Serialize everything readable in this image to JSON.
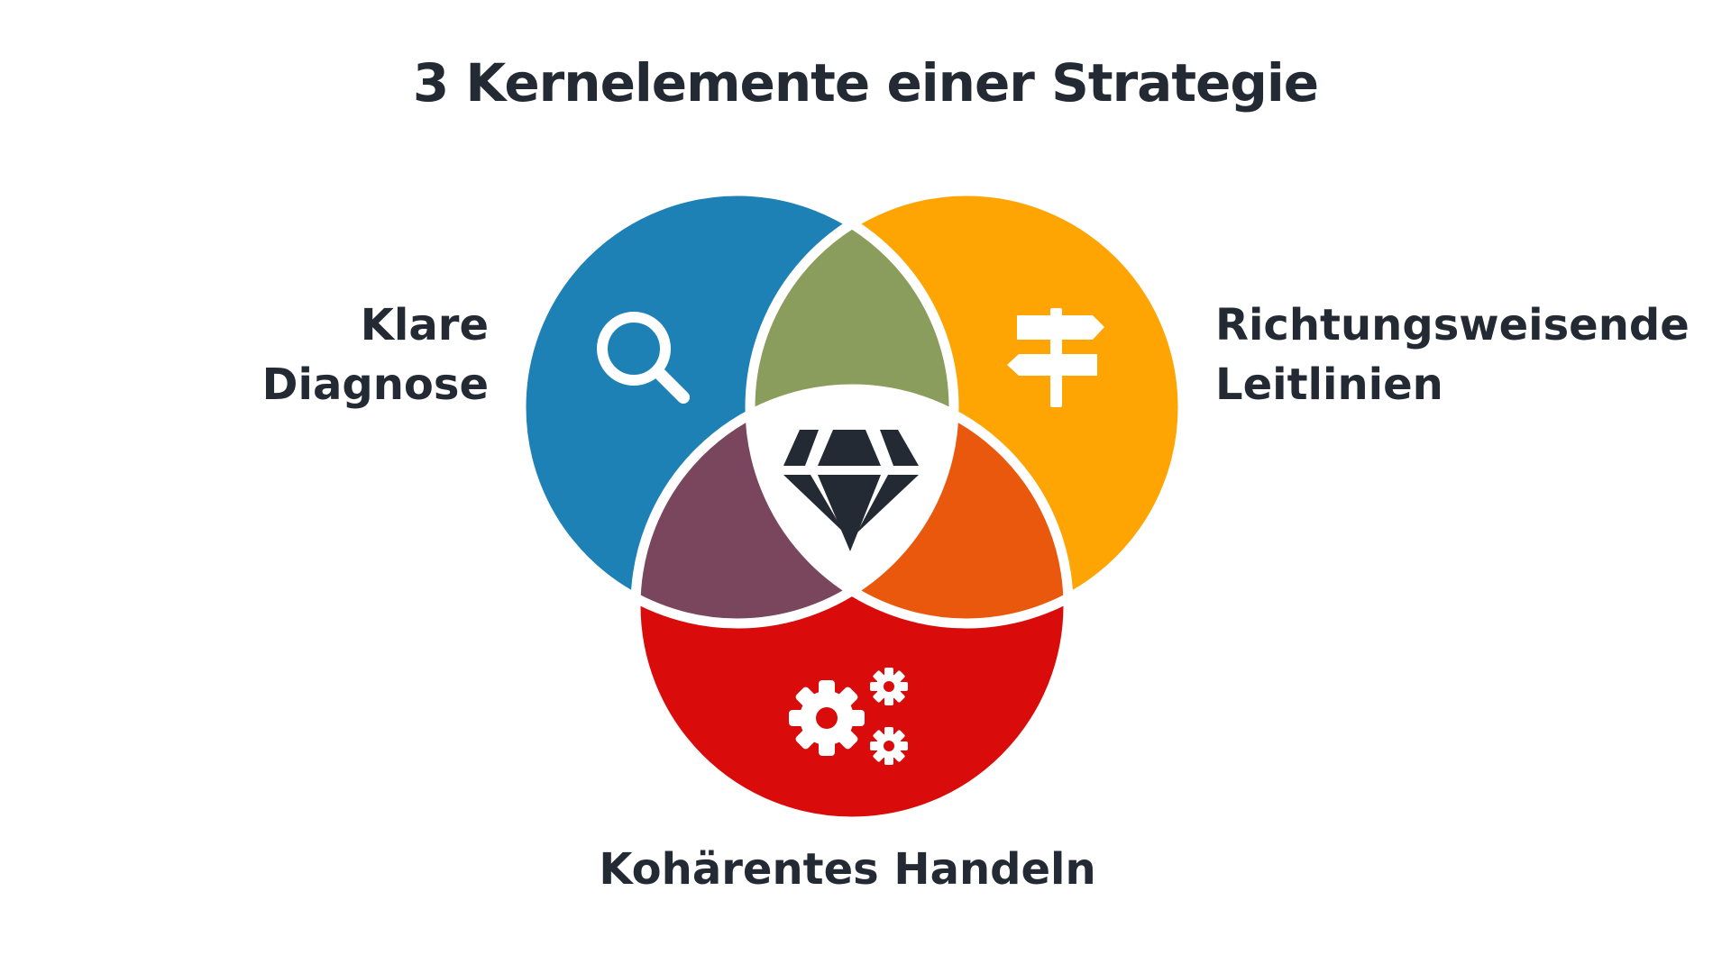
{
  "title": "3 Kernelemente einer Strategie",
  "labels": {
    "left": [
      "Klare",
      "Diagnose"
    ],
    "right": [
      "Richtungsweisende",
      "Leitlinien"
    ],
    "bottom": "Kohärentes Handeln"
  },
  "icons": {
    "left": "search-icon",
    "right": "signpost-icon",
    "bottom": "gears-icon",
    "center": "diamond-icon"
  },
  "colors": {
    "left": "#1d81b6",
    "right": "#fea403",
    "bottom": "#d90b0b",
    "left_right_overlap": "#8b9d5c",
    "left_bottom_overlap": "#7a465d",
    "right_bottom_overlap": "#e9580c",
    "center": "#ffffff",
    "text": "#232a33"
  }
}
